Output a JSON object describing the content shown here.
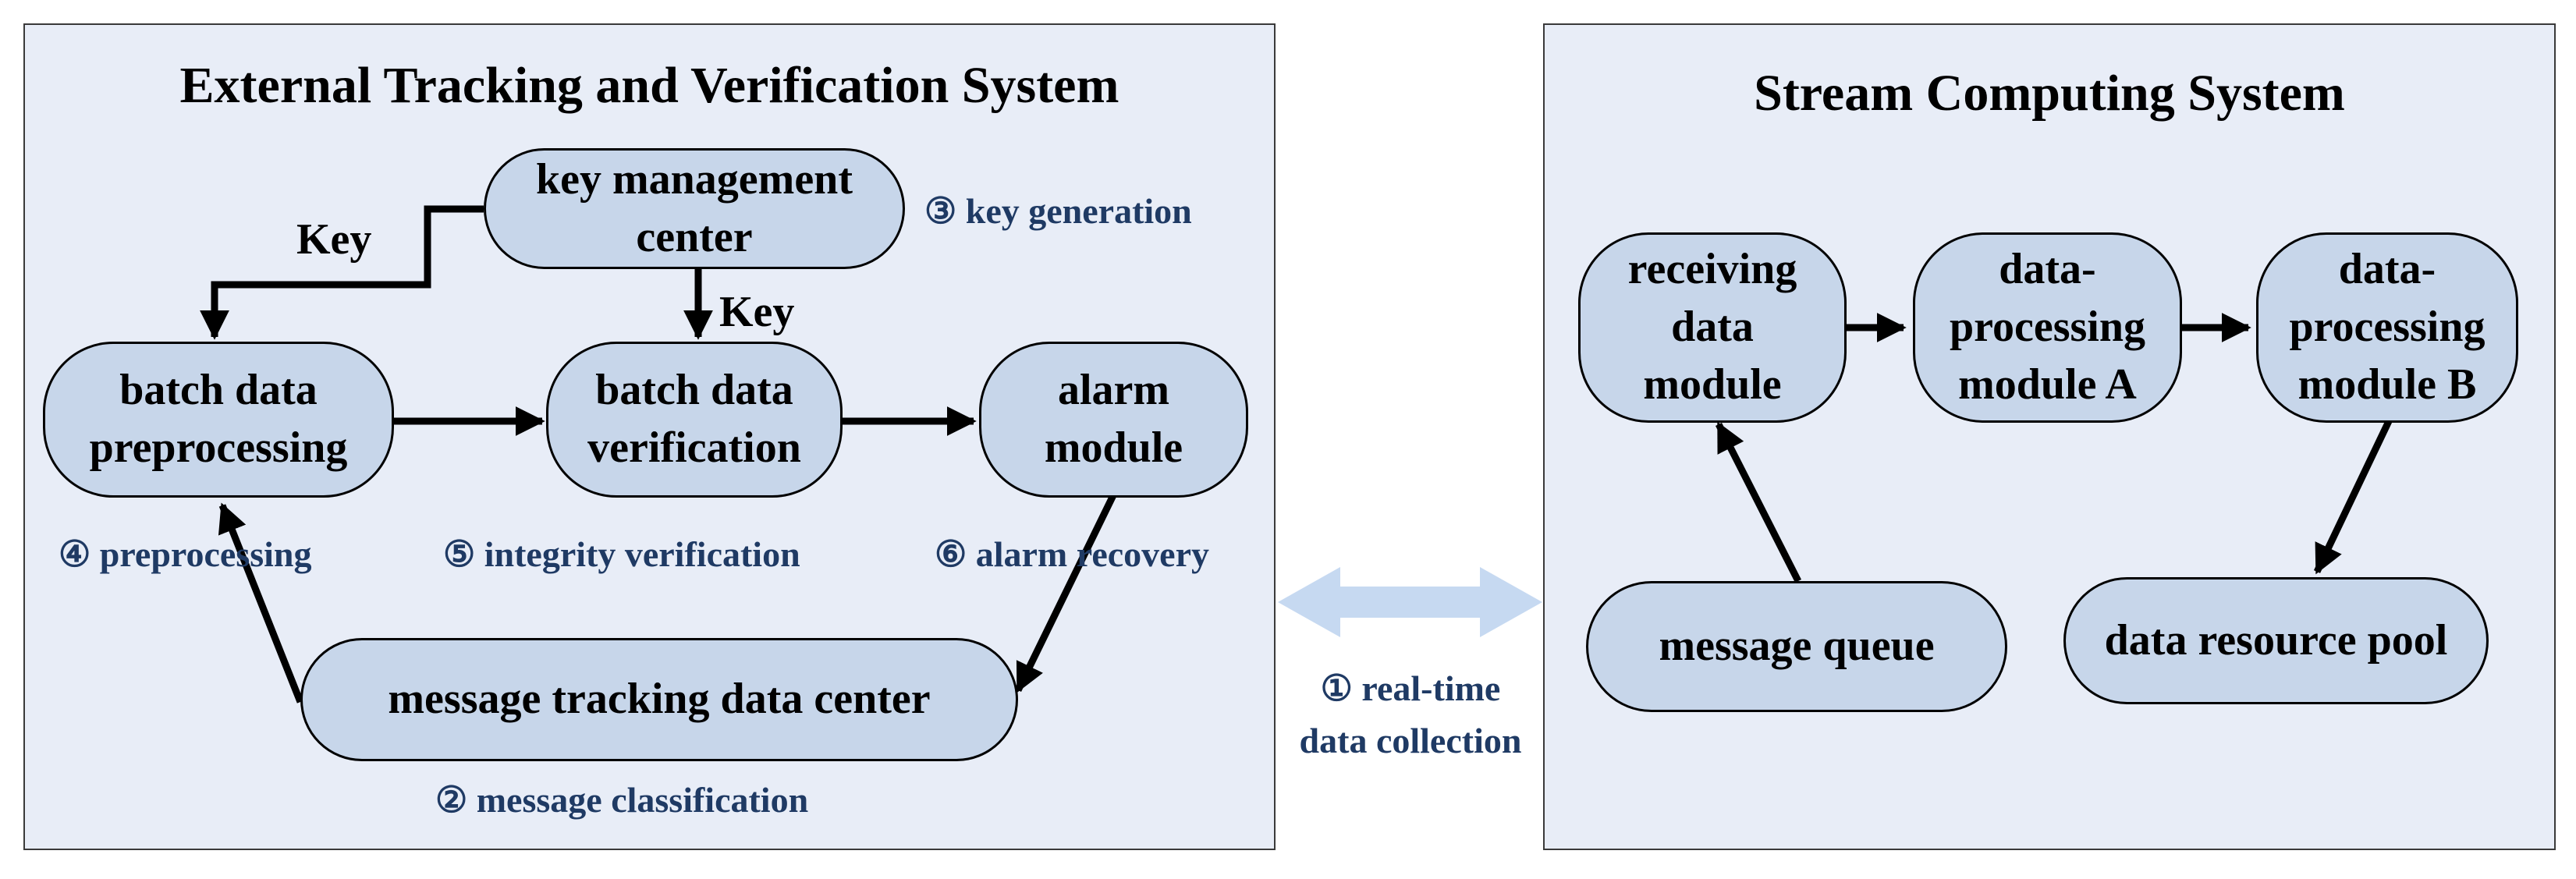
{
  "left_panel": {
    "title": "External Tracking and Verification System",
    "nodes": {
      "key_center": "key management\ncenter",
      "batch_pre": "batch data\npreprocessing",
      "batch_verify": "batch data\nverification",
      "alarm": "alarm\nmodule",
      "tracking_center": "message tracking data center"
    },
    "edge_labels": {
      "key_left": "Key",
      "key_down": "Key"
    },
    "steps": {
      "key_generation": "③ key generation",
      "preprocessing": "④ preprocessing",
      "integrity": "⑤ integrity verification",
      "alarm_recovery": "⑥ alarm recovery",
      "classification": "② message classification"
    }
  },
  "link_label": "① real-time\ndata collection",
  "right_panel": {
    "title": "Stream Computing System",
    "nodes": {
      "receiving": "receiving\ndata\nmodule",
      "proc_a": "data-\nprocessing\nmodule A",
      "proc_b": "data-\nprocessing\nmodule B",
      "queue": "message queue",
      "pool": "data resource pool"
    }
  },
  "colors": {
    "panel_fill": "#e8edf7",
    "node_fill": "#c7d6ea",
    "label_text": "#1f3a64",
    "link_arrow": "#c6d9f1"
  }
}
